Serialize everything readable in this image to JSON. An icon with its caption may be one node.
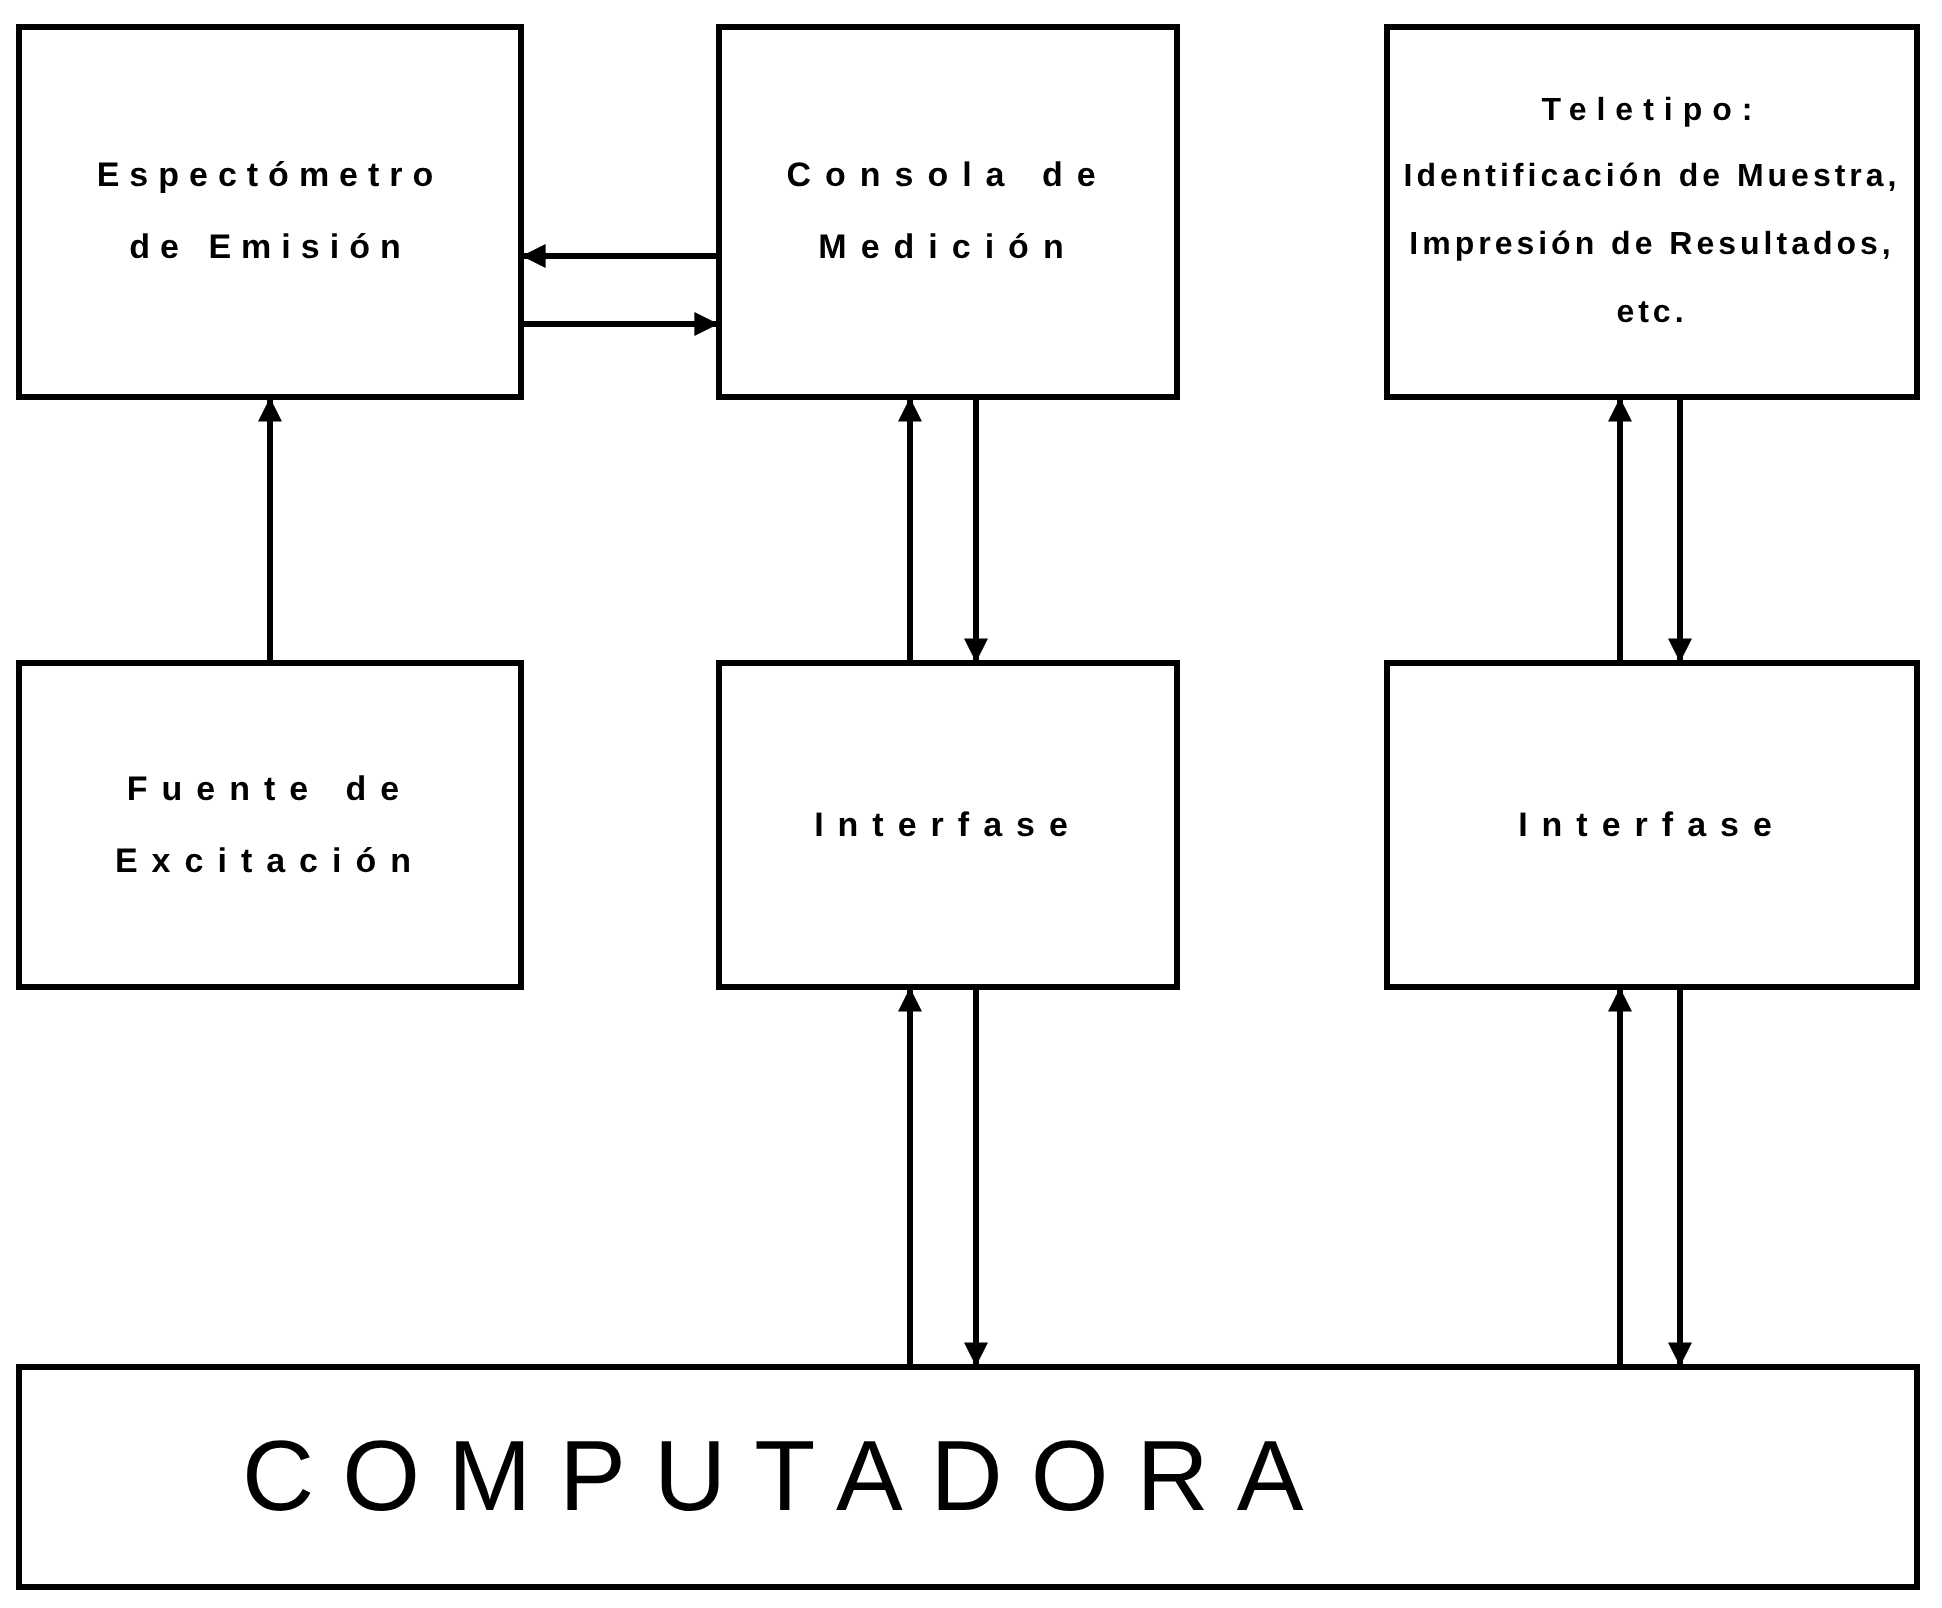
{
  "diagram": {
    "nodes": [
      {
        "text": [
          "Espectómetro de Emisión"
        ]
      },
      {
        "text": [
          "Consola de Medición"
        ]
      },
      {
        "text": [
          "Teletipo:",
          "Identificación de Muestra, Impresión de Resultados, etc."
        ]
      },
      {
        "text": [
          "Fuente de Excitación"
        ]
      },
      {
        "text": [
          "Interfase"
        ]
      },
      {
        "text": [
          "Interfase"
        ]
      },
      {
        "text": [
          "COMPUTADORA"
        ]
      }
    ],
    "edges": [
      {
        "from": 1,
        "to": 0,
        "arrow": "to"
      },
      {
        "from": 0,
        "to": 1,
        "arrow": "to"
      },
      {
        "from": 3,
        "to": 0,
        "arrow": "to"
      },
      {
        "from": 4,
        "to": 1,
        "arrow": "to"
      },
      {
        "from": 1,
        "to": 4,
        "arrow": "to"
      },
      {
        "from": 5,
        "to": 2,
        "arrow": "to"
      },
      {
        "from": 2,
        "to": 5,
        "arrow": "to"
      },
      {
        "from": 6,
        "to": 4,
        "arrow": "to"
      },
      {
        "from": 4,
        "to": 6,
        "arrow": "to"
      },
      {
        "from": 6,
        "to": 5,
        "arrow": "to"
      },
      {
        "from": 5,
        "to": 6,
        "arrow": "to"
      }
    ]
  }
}
